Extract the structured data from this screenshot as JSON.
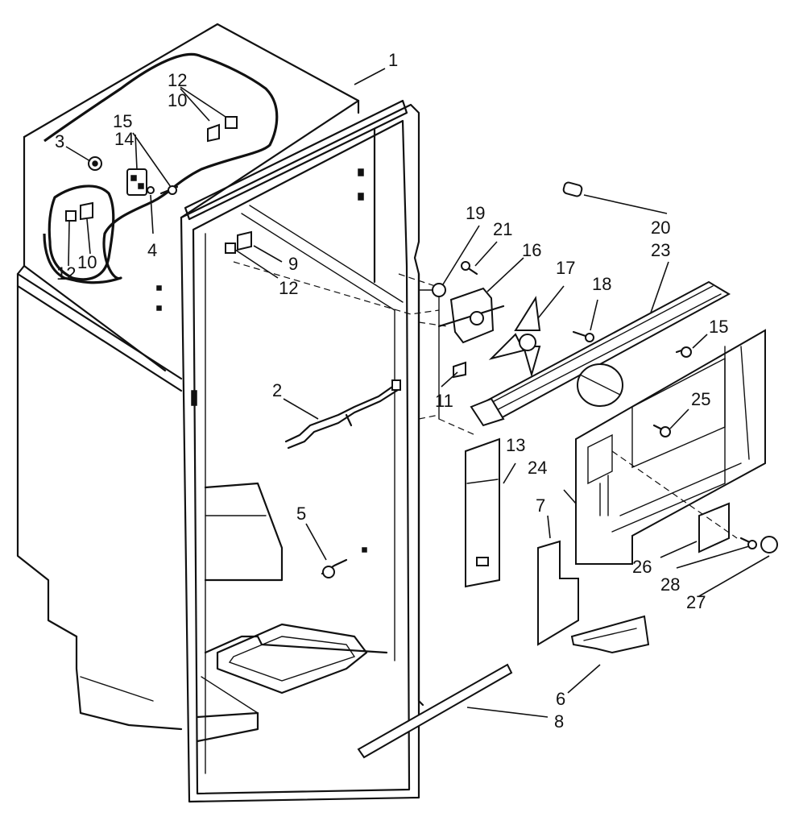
{
  "diagram": {
    "callouts": [
      {
        "id": "c1",
        "text": "1"
      },
      {
        "id": "c2",
        "text": "2"
      },
      {
        "id": "c3",
        "text": "3"
      },
      {
        "id": "c4",
        "text": "4"
      },
      {
        "id": "c5",
        "text": "5"
      },
      {
        "id": "c6",
        "text": "6"
      },
      {
        "id": "c7",
        "text": "7"
      },
      {
        "id": "c8",
        "text": "8"
      },
      {
        "id": "c9",
        "text": "9"
      },
      {
        "id": "c10a",
        "text": "10"
      },
      {
        "id": "c10b",
        "text": "10"
      },
      {
        "id": "c11",
        "text": "11"
      },
      {
        "id": "c12a",
        "text": "12"
      },
      {
        "id": "c12b",
        "text": "12"
      },
      {
        "id": "c12c",
        "text": "12"
      },
      {
        "id": "c13",
        "text": "13"
      },
      {
        "id": "c14",
        "text": "14"
      },
      {
        "id": "c15a",
        "text": "15"
      },
      {
        "id": "c15b",
        "text": "15"
      },
      {
        "id": "c16",
        "text": "16"
      },
      {
        "id": "c17",
        "text": "17"
      },
      {
        "id": "c18",
        "text": "18"
      },
      {
        "id": "c19",
        "text": "19"
      },
      {
        "id": "c20",
        "text": "20"
      },
      {
        "id": "c21",
        "text": "21"
      },
      {
        "id": "c23",
        "text": "23"
      },
      {
        "id": "c24",
        "text": "24"
      },
      {
        "id": "c25",
        "text": "25"
      },
      {
        "id": "c26",
        "text": "26"
      },
      {
        "id": "c27",
        "text": "27"
      },
      {
        "id": "c28",
        "text": "28"
      }
    ]
  }
}
